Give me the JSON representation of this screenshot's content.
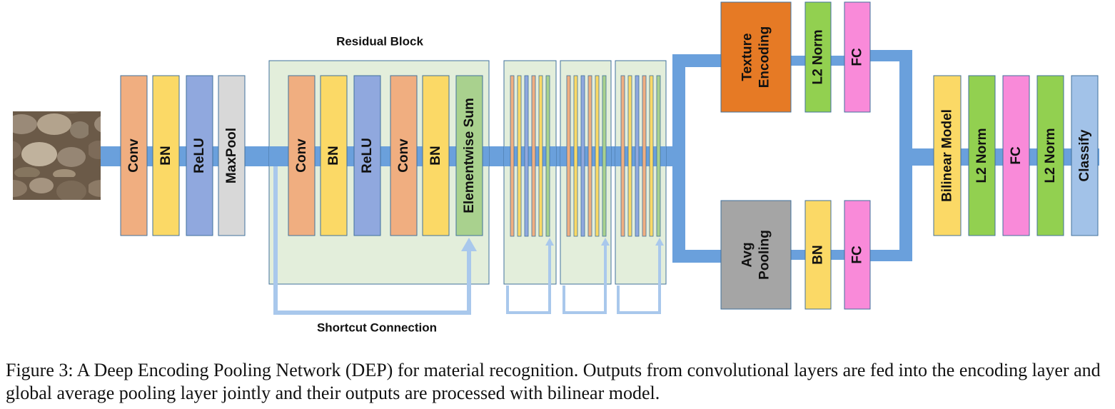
{
  "colors": {
    "trunk": "#6aa0dc",
    "shortcut": "#a9c8ec",
    "residual_bg": "#e3eedb",
    "conv": "#f0ae80",
    "bn": "#fbd966",
    "relu": "#90a8de",
    "maxpool": "#d8d8d8",
    "elementwise": "#a9d18e",
    "texture": "#e67a25",
    "l2norm": "#92d050",
    "fc": "#f98ad9",
    "avgpool": "#a5a5a5",
    "classify": "#a2c2e8"
  },
  "diagram": {
    "input_image": "pebbles-texture-image",
    "stem": {
      "conv": "Conv",
      "bn": "BN",
      "relu": "ReLU",
      "maxpool": "MaxPool"
    },
    "residual_block": {
      "title": "Residual Block",
      "conv1": "Conv",
      "bn1": "BN",
      "relu": "ReLU",
      "conv2": "Conv",
      "bn2": "BN",
      "sum": "Elementwise Sum",
      "shortcut_label": "Shortcut Connection"
    },
    "top_branch": {
      "encoding": "Texture Encoding",
      "encoding_line1": "Texture",
      "encoding_line2": "Encoding",
      "l2norm": "L2 Norm",
      "fc": "FC"
    },
    "bottom_branch": {
      "pooling": "Avg Pooling",
      "pooling_line1": "Avg",
      "pooling_line2": "Pooling",
      "bn": "BN",
      "fc": "FC"
    },
    "head": {
      "bilinear": "Bilinear Model",
      "l2norm1": "L2 Norm",
      "fc": "FC",
      "l2norm2": "L2 Norm",
      "classify": "Classify"
    }
  },
  "caption": {
    "text": "Figure 3: A Deep Encoding Pooling Network (DEP) for material recognition. Outputs from convolutional layers are fed into the encoding layer and global average pooling layer jointly and their outputs are processed with bilinear model."
  }
}
